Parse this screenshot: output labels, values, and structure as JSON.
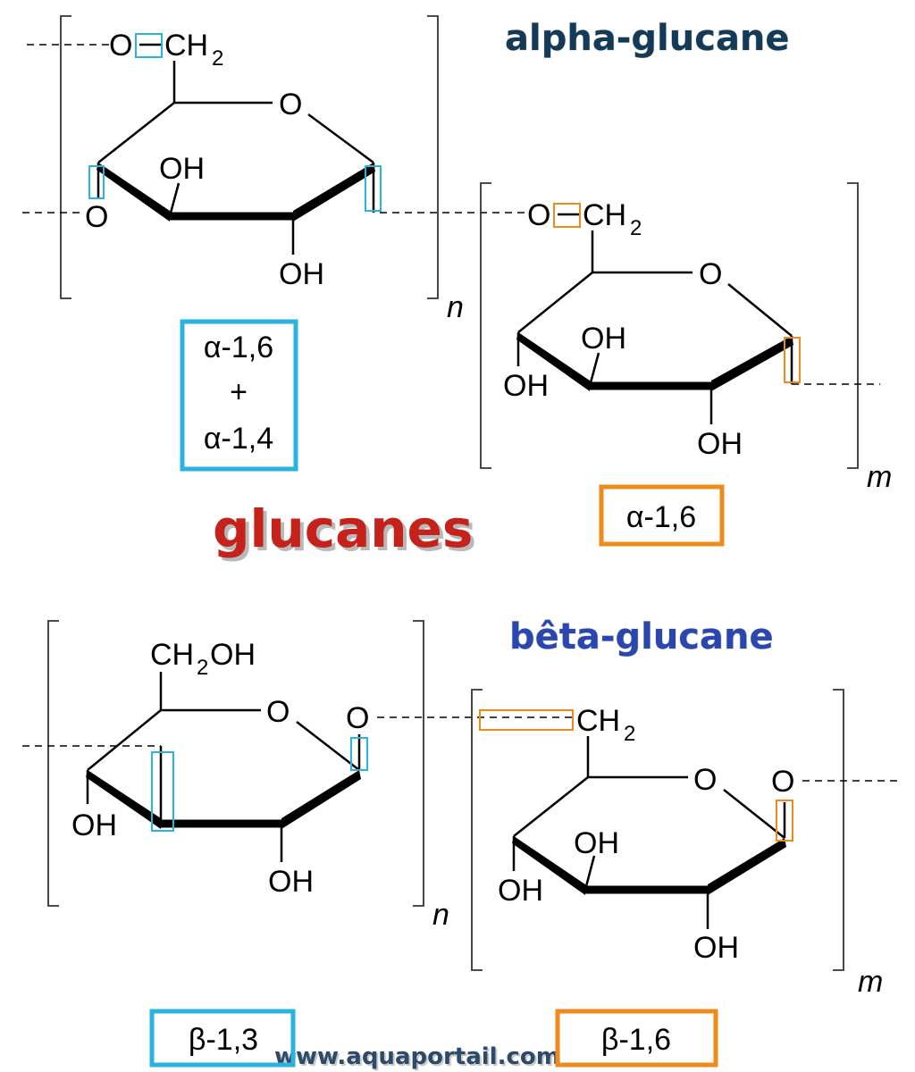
{
  "titles": {
    "alpha": "alpha-glucane",
    "beta": "bêta-glucane",
    "main": "glucanes",
    "footer": "www.aquaportail.com"
  },
  "atoms": {
    "O": "O",
    "OH": "OH",
    "CH": "CH",
    "sub2": "2",
    "CH2OH_a": "CH",
    "CH2OH_b": "OH"
  },
  "indices": {
    "n": "n",
    "m": "m"
  },
  "linkages": {
    "alpha_main_line1": "α-1,6",
    "alpha_main_line2": "+",
    "alpha_main_line3": "α-1,4",
    "alpha_branch": "α-1,6",
    "beta_main": "β-1,3",
    "beta_branch": "β-1,6"
  },
  "colors": {
    "cyan": "#2bb3e0",
    "orange": "#ef8a1d",
    "alpha_title": "#133a57",
    "beta_title": "#2a47b0",
    "main_title": "#c4221a",
    "footer": "#2c4a6a"
  }
}
